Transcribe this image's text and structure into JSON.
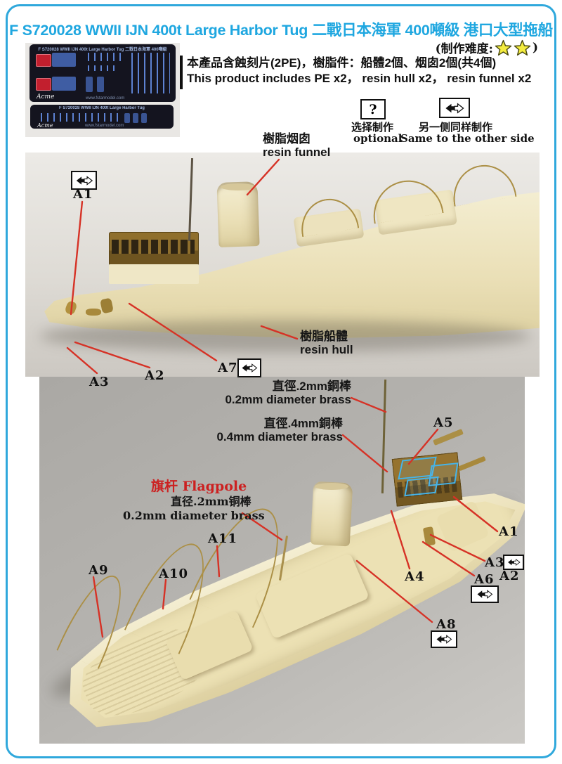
{
  "title": "F S720028 WWII IJN 400t Large Harbor Tug 二戰日本海軍 400噸級 港口大型拖船",
  "difficulty": {
    "prefix": "(制作难度:",
    "stars": 2,
    "suffix": ")"
  },
  "pe_photo": {
    "sheet1_title": "F S720028 WWII IJN 400t Large Harbor Tug 二戰日本海軍 400噸級",
    "sheet2_title": "F S720028 WWII IJN 400t Large Harbor Tug",
    "brand": "Acme",
    "website": "www.fstarmodel.com"
  },
  "contents": {
    "cn": "本產品含蝕刻片(2PE)，樹脂件：船體2個、烟囱2個(共4個)",
    "en": "This product includes PE x2， resin hull x2， resin funnel x2"
  },
  "legend": {
    "optional_symbol": "?",
    "optional_cn": "选择制作",
    "optional_en": "optional",
    "same_cn": "另一侧同样制作",
    "same_en": "Same to the other side"
  },
  "photo1": {
    "funnel_cn": "樹脂烟囱",
    "funnel_en": "resin funnel",
    "hull_cn": "樹脂船體",
    "hull_en": "resin hull",
    "callouts": {
      "a1": "A1",
      "a2": "A2",
      "a3": "A3",
      "a7": "A7"
    }
  },
  "photo2": {
    "brass02_cn": "直徑.2mm銅棒",
    "brass02_en": "0.2mm diameter brass",
    "brass04_cn": "直徑.4mm銅棒",
    "brass04_en": "0.4mm diameter brass",
    "flagpole_title": "旗杆 Flagpole",
    "flagpole_cn": "直径.2mm铜棒",
    "flagpole_en": "0.2mm diameter brass",
    "callouts": {
      "a1": "A1",
      "a2": "A2",
      "a3": "A3",
      "a4": "A4",
      "a5": "A5",
      "a6": "A6",
      "a8": "A8",
      "a9": "A9",
      "a10": "A10",
      "a11": "A11"
    }
  },
  "colors": {
    "accent_blue": "#1fa7e0",
    "callout_red": "#d63226",
    "highlight_blue": "#45b4ea",
    "star_yellow": "#f4ec3f"
  }
}
